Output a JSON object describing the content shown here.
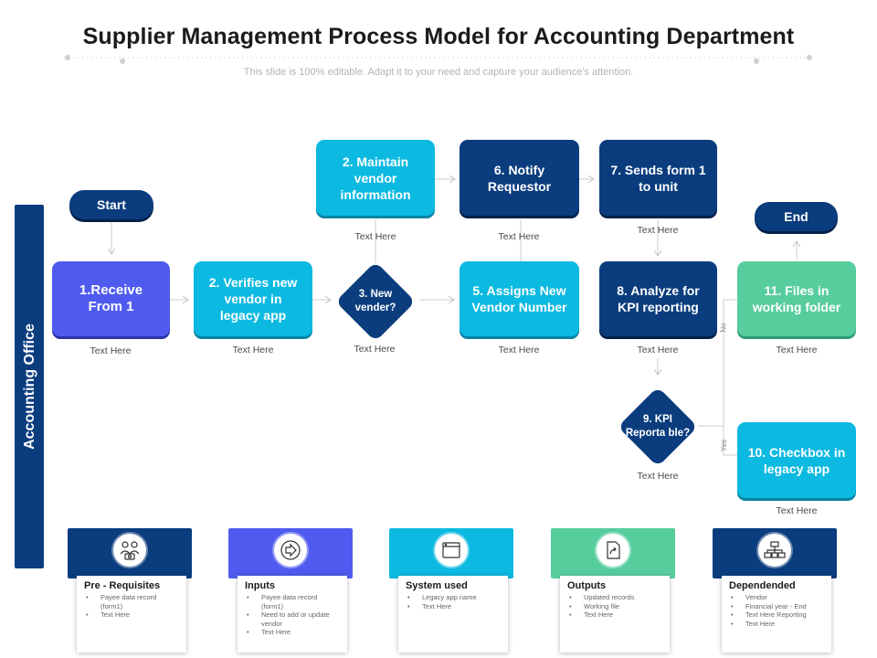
{
  "header": {
    "title": "Supplier Management Process Model for Accounting Department",
    "subtitle": "This slide is 100% editable. Adapt it to your need and capture your audience's attention."
  },
  "lane": {
    "label": "Accounting Office"
  },
  "terminals": {
    "start": "Start",
    "end": "End"
  },
  "steps": {
    "s1": "1.Receive From 1",
    "s2a": "2. Maintain vendor information",
    "s2b": "2. Verifies new vendor in legacy app",
    "s3": "3. New vender?",
    "s5": "5. Assigns New Vendor Number",
    "s6": "6. Notify Requestor",
    "s7": "7. Sends form 1 to unit",
    "s8": "8. Analyze for KPI reporting",
    "s9": "9. KPI Reporta ble?",
    "s10": "10. Checkbox in legacy app",
    "s11": "11. Files in working folder"
  },
  "notes": {
    "placeholder": "Text Here"
  },
  "decision_labels": {
    "no": "No",
    "yes": "Yes"
  },
  "colors": {
    "navy": "#0b3d7e",
    "indigo": "#4f5bee",
    "cyan": "#0cb9e1",
    "green": "#57cd9e"
  },
  "cards": [
    {
      "title": "Pre - Requisites",
      "icon": "people-money-icon",
      "items": [
        "Payee data record (form1)",
        "Text Here"
      ]
    },
    {
      "title": "Inputs",
      "icon": "arrow-circle-icon",
      "items": [
        "Payee data record (form1)",
        "Need to add or update vendor",
        "Text Here"
      ]
    },
    {
      "title": "System used",
      "icon": "browser-window-icon",
      "items": [
        "Legacy app name",
        "Text Here"
      ]
    },
    {
      "title": "Outputs",
      "icon": "share-document-icon",
      "items": [
        "Updated records",
        "Working file",
        "Text Here"
      ]
    },
    {
      "title": "Dependended",
      "icon": "org-chart-icon",
      "items": [
        "Vendor",
        "Financial year - End",
        "Text Here Reporting",
        "Text Here"
      ]
    }
  ]
}
